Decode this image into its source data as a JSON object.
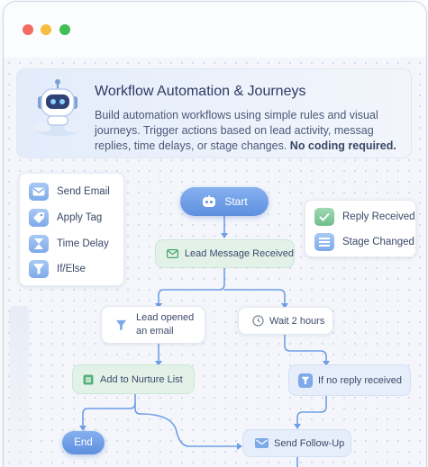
{
  "window": {
    "controls": [
      "close",
      "minimize",
      "maximize"
    ]
  },
  "hero": {
    "title": "Workflow Automation & Journeys",
    "description": "Build automation workflows using simple rules and visual journeys. Trigger actions based on lead activity, messag replies, time delays, or stage changes.",
    "description_emphasis": "No coding required.",
    "icon": "robot-icon"
  },
  "toolbox": {
    "items": [
      {
        "label": "Send Email",
        "icon": "mail-icon"
      },
      {
        "label": "Apply Tag",
        "icon": "tag-icon"
      },
      {
        "label": "Time Delay",
        "icon": "hourglass-icon"
      },
      {
        "label": "If/Else",
        "icon": "filter-icon"
      }
    ]
  },
  "triggers": {
    "items": [
      {
        "label": "Reply Received",
        "icon": "check-icon"
      },
      {
        "label": "Stage Changed",
        "icon": "list-icon"
      }
    ]
  },
  "flow": {
    "start": "Start",
    "lead_message": "Lead Message Received",
    "lead_opened_line1": "Lead opened",
    "lead_opened_line2": "an email",
    "wait": "Wait 2 hours",
    "nurture": "Add to Nurture List",
    "no_reply": "If no reply received",
    "end": "End",
    "follow_up": "Send Follow-Up"
  },
  "colors": {
    "accent": "#5e8fdf",
    "trigger_green": "#e3f2e9",
    "node_blue": "#e6eefb",
    "wire": "#6f9ee6"
  }
}
